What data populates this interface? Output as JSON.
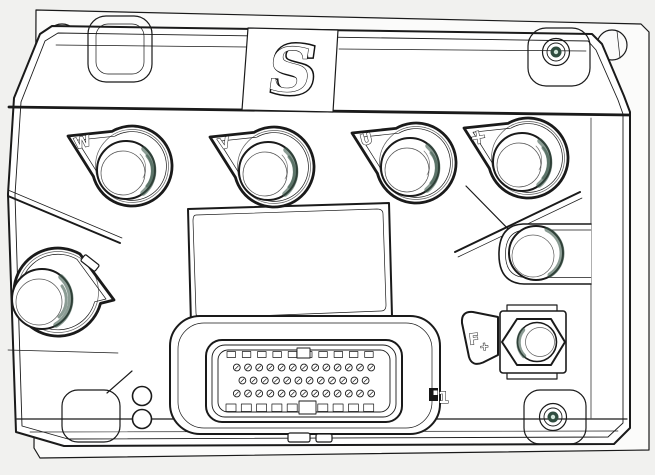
{
  "logo": {
    "icon": "s-swirl-logo",
    "glyph": "S"
  },
  "terminals": {
    "phase": [
      {
        "label": "W"
      },
      {
        "label": "V"
      },
      {
        "label": "U"
      },
      {
        "label": "+"
      }
    ],
    "minus": {
      "icon": "minus-bar-icon"
    },
    "field": {
      "label": "F",
      "sub": "+"
    }
  },
  "connector": {
    "rows": [
      13,
      12,
      13
    ],
    "pin1_marker": "1"
  },
  "indicators": {
    "led_count": 2
  },
  "colors": {
    "line": "#1a1a1a",
    "shade": "#3d5a4c",
    "screw_center": "#2f4c3f",
    "paper": "#ffffff",
    "backdrop": "#f1f1ef"
  }
}
